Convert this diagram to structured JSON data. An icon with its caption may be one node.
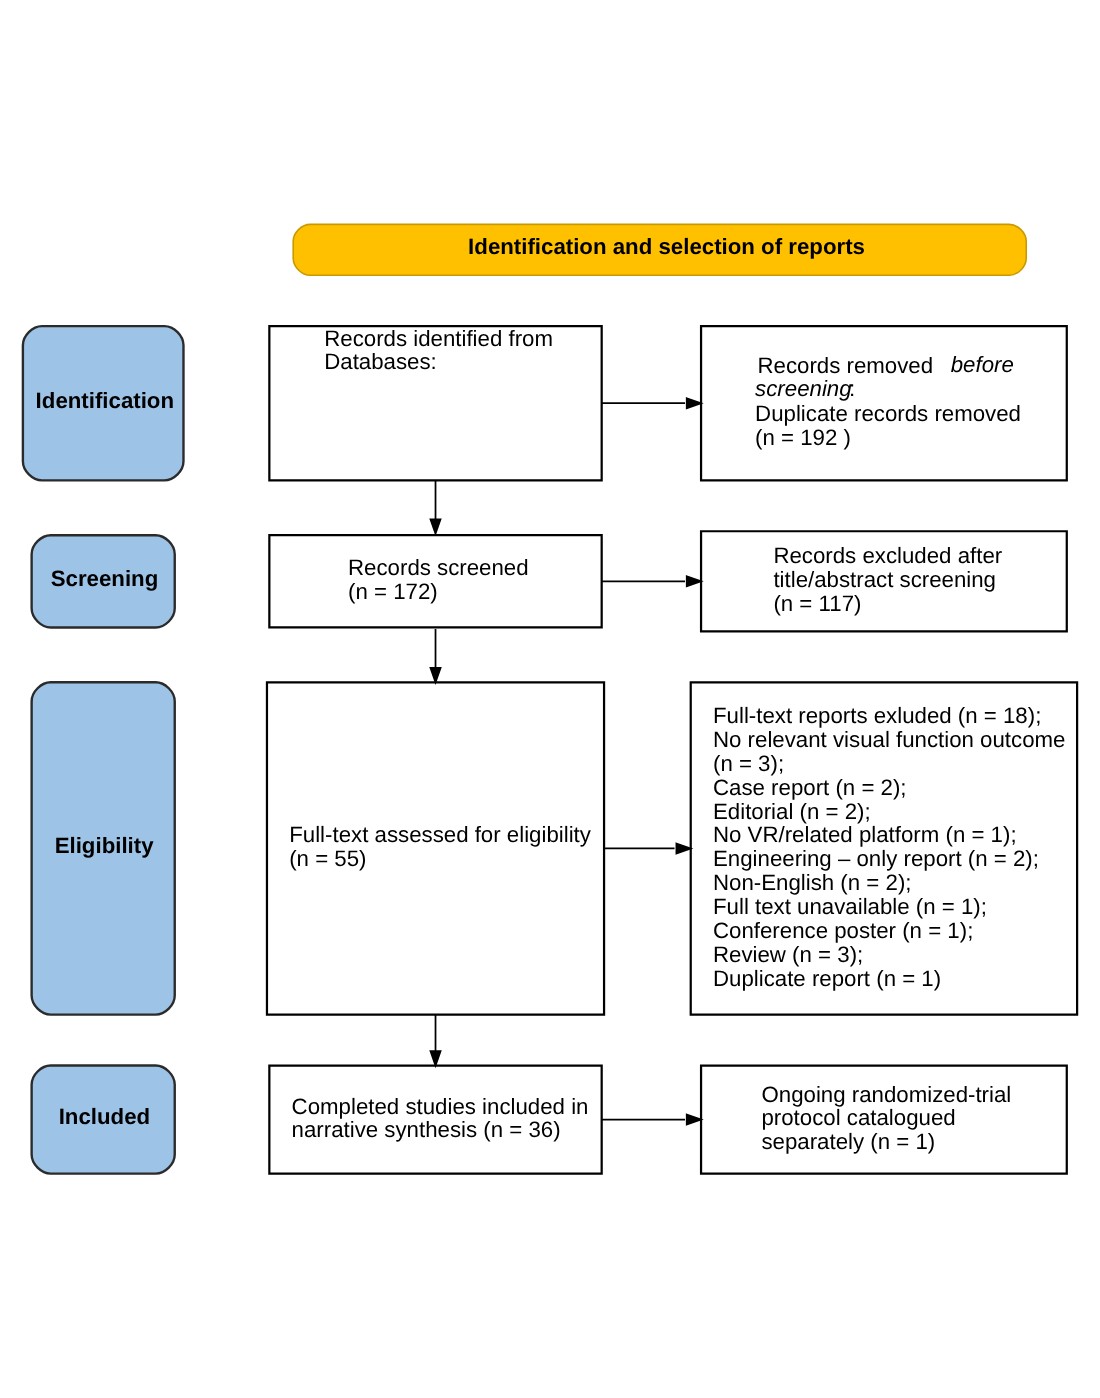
{
  "diagram": {
    "nodes": [
      {
        "text": [
          "Identification and selection of reports"
        ]
      },
      {
        "text": [
          "Identification"
        ]
      },
      {
        "text": [
          "Records identified from Databases:"
        ]
      },
      {
        "text": [
          "Records removed *before screening*:",
          "Duplicate records removed (n = 192 )"
        ]
      },
      {
        "text": [
          "Screening"
        ]
      },
      {
        "text": [
          "Records screened (n = 172)"
        ]
      },
      {
        "text": [
          "Records excluded after title/abstract screening (n = 117)"
        ]
      },
      {
        "text": [
          "Eligibility"
        ]
      },
      {
        "text": [
          "Full-text assessed for eligibility (n = 55)"
        ]
      },
      {
        "text": [
          "Full-text reports exluded (n = 18);",
          "No relevant visual function outcome (n = 3);",
          "Case report (n = 2);",
          "Editorial (n = 2);",
          "No VR/related platform (n = 1);",
          "Engineering – only report (n = 2);",
          "Non-English (n = 2);",
          "Full text unavailable (n = 1);",
          "Conference poster (n = 1);",
          "Review (n = 3);",
          "Duplicate report (n = 1)"
        ]
      },
      {
        "text": [
          "Included"
        ]
      },
      {
        "text": [
          "Completed studies included in narrative synthesis (n = 36)"
        ]
      },
      {
        "text": [
          "Ongoing randomized-trial protocol catalogued separately (n = 1)"
        ]
      }
    ],
    "edges": [
      {
        "from": 2,
        "to": 3,
        "arrow": "to"
      },
      {
        "from": 2,
        "to": 5,
        "arrow": "to"
      },
      {
        "from": 5,
        "to": 6,
        "arrow": "to"
      },
      {
        "from": 5,
        "to": 8,
        "arrow": "to"
      },
      {
        "from": 8,
        "to": 9,
        "arrow": "to"
      },
      {
        "from": 8,
        "to": 11,
        "arrow": "to"
      },
      {
        "from": 11,
        "to": 12,
        "arrow": "to"
      }
    ]
  }
}
